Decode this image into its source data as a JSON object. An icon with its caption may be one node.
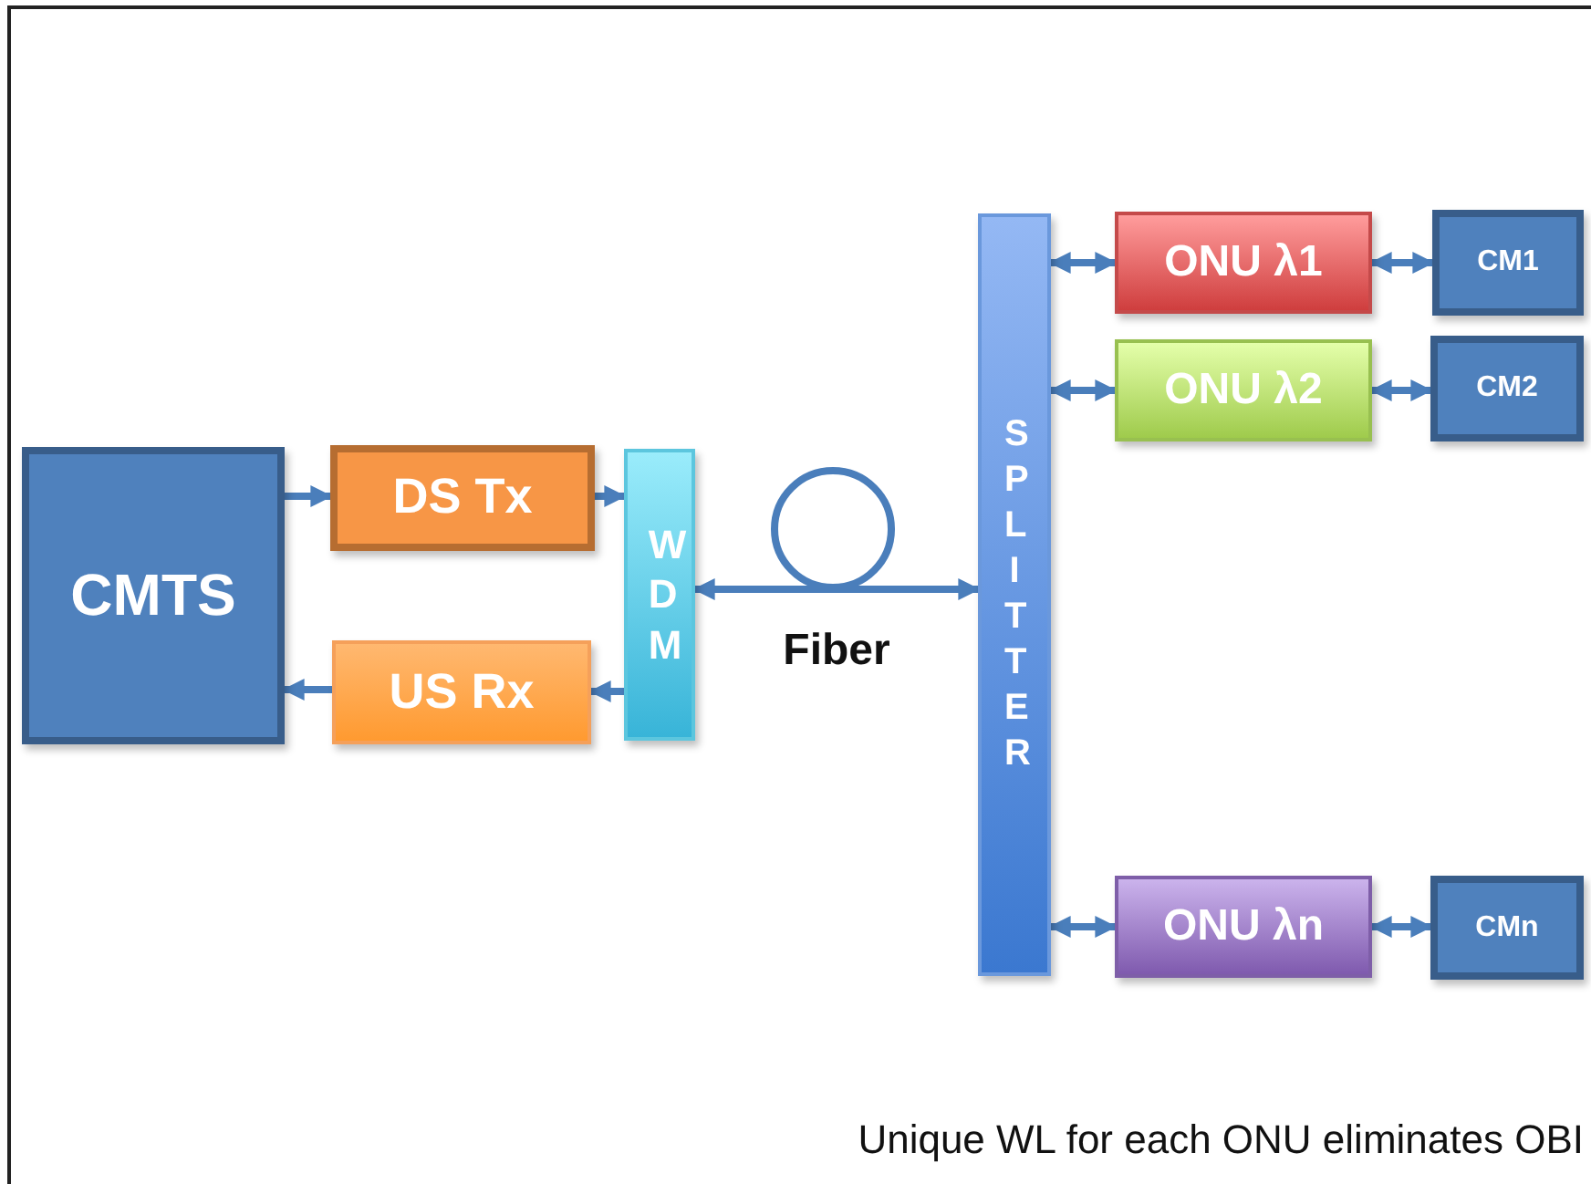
{
  "diagram": {
    "caption": "Unique WL for each ONU eliminates OBI",
    "nodes": [
      {
        "text": [
          "CMTS"
        ]
      },
      {
        "text": [
          "DS Tx"
        ]
      },
      {
        "text": [
          "US Rx"
        ]
      },
      {
        "text": [
          "WDM"
        ]
      },
      {
        "text": [
          "SPLITTER"
        ]
      },
      {
        "text": [
          "ONU λ1"
        ]
      },
      {
        "text": [
          "ONU λ2"
        ]
      },
      {
        "text": [
          "ONU λn"
        ]
      },
      {
        "text": [
          "CM1"
        ]
      },
      {
        "text": [
          "CM2"
        ]
      },
      {
        "text": [
          "CMn"
        ]
      }
    ],
    "edges": [
      {
        "from": 0,
        "to": 1,
        "arrow": "to"
      },
      {
        "from": 1,
        "to": 3,
        "arrow": "to"
      },
      {
        "from": 3,
        "to": 2,
        "arrow": "to"
      },
      {
        "from": 2,
        "to": 0,
        "arrow": "to"
      },
      {
        "from": 3,
        "to": 4,
        "arrow": "both",
        "label": "Fiber"
      },
      {
        "from": 4,
        "to": 5,
        "arrow": "both"
      },
      {
        "from": 5,
        "to": 8,
        "arrow": "both"
      },
      {
        "from": 4,
        "to": 6,
        "arrow": "both"
      },
      {
        "from": 6,
        "to": 9,
        "arrow": "both"
      },
      {
        "from": 4,
        "to": 7,
        "arrow": "both"
      },
      {
        "from": 7,
        "to": 10,
        "arrow": "both"
      }
    ]
  }
}
